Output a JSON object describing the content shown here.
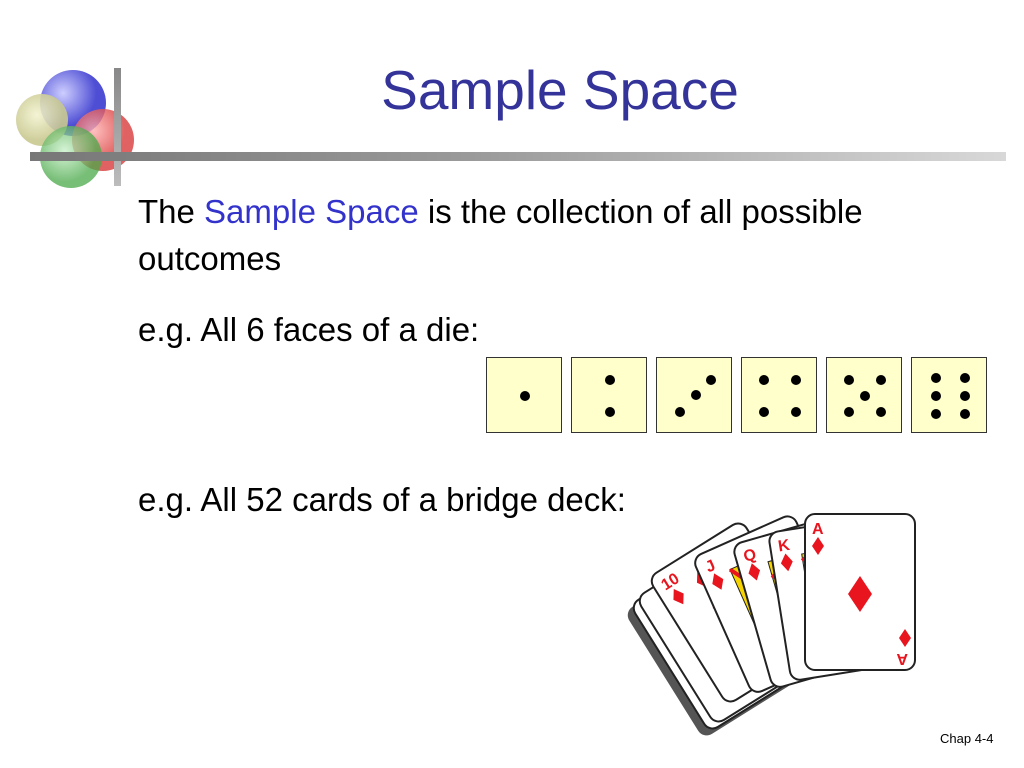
{
  "slide": {
    "title": "Sample Space",
    "para1": {
      "before": "The ",
      "term": "Sample Space",
      "after": " is the collection of all possible outcomes"
    },
    "example_die": "e.g. All 6 faces of a die:",
    "example_deck": "e.g. All 52 cards of a bridge deck:",
    "footer": "Chap 4-4"
  },
  "dice_faces": [
    1,
    2,
    3,
    4,
    5,
    6
  ],
  "cards_shown": [
    "10",
    "J",
    "Q",
    "K",
    "A"
  ],
  "colors": {
    "title": "#333399",
    "highlight": "#3333cc",
    "die_face": "#ffffcc",
    "card_suit": "#e8141e"
  },
  "icons": {
    "logo": "overlapping-circles-logo",
    "card_suit": "diamond-icon"
  }
}
